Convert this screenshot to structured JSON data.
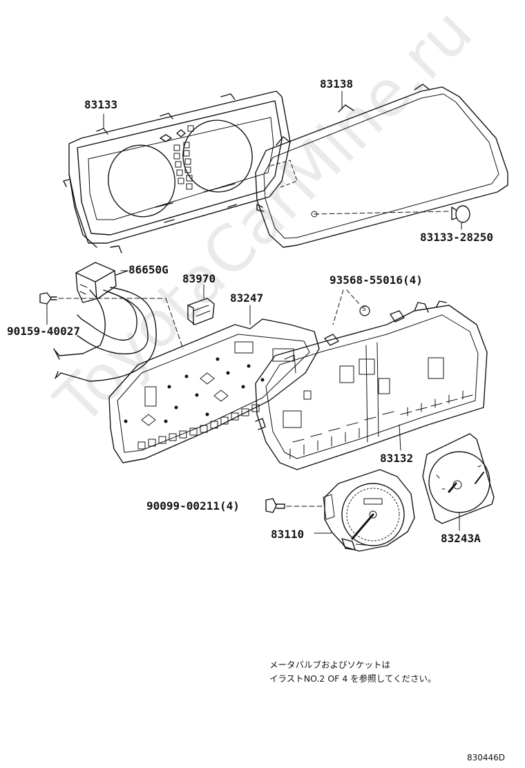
{
  "watermark": "ToyotaCarMine.ru",
  "labels": {
    "p83133": "83133",
    "p83138": "83138",
    "p83133_28250": "83133-28250",
    "p86650G": "86650G",
    "p83970": "83970",
    "p93568": "93568-55016(4)",
    "p90159": "90159-40027",
    "p83247": "83247",
    "p83132": "83132",
    "p90099": "90099-00211(4)",
    "p83110": "83110",
    "p83243A": "83243A",
    "s_symbol": "S"
  },
  "note": {
    "line1": "メータバルブおよびソケットは",
    "line2": "イラストNO.2 OF 4 を参照してください。"
  },
  "figure_id": "830446D"
}
